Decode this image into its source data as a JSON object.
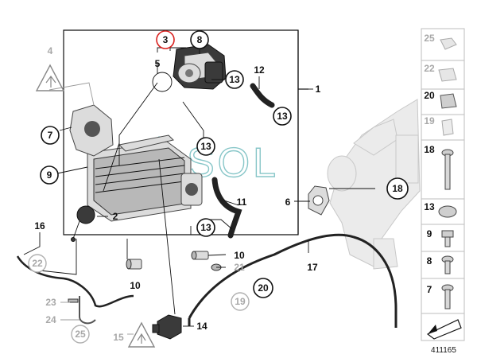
{
  "diagram_id": "411165",
  "watermark": "SOL",
  "callouts": {
    "c1": "1",
    "c2": "2",
    "c3": "3",
    "c4": "4",
    "c5": "5",
    "c6": "6",
    "c7": "7",
    "c8": "8",
    "c9": "9",
    "c10a": "10",
    "c10b": "10",
    "c11": "11",
    "c12": "12",
    "c13a": "13",
    "c13b": "13",
    "c13c": "13",
    "c13d": "13",
    "c14": "14",
    "c15": "15",
    "c16": "16",
    "c17": "17",
    "c18": "18",
    "c19": "19",
    "c20": "20",
    "c21": "21",
    "c22": "22",
    "c23": "23",
    "c24": "24",
    "c25": "25"
  },
  "side_panel": [
    {
      "label": "25",
      "muted": true
    },
    {
      "label": "22",
      "muted": true
    },
    {
      "label": "20",
      "muted": false
    },
    {
      "label": "19",
      "muted": true
    },
    {
      "label": "18",
      "muted": false
    },
    {
      "label": "13",
      "muted": false
    },
    {
      "label": "9",
      "muted": false
    },
    {
      "label": "8",
      "muted": false
    },
    {
      "label": "7",
      "muted": false
    }
  ],
  "colors": {
    "highlight_circle": "#d9201e",
    "watermark": "#5fb3b6",
    "muted_label": "#a8a8a8"
  }
}
